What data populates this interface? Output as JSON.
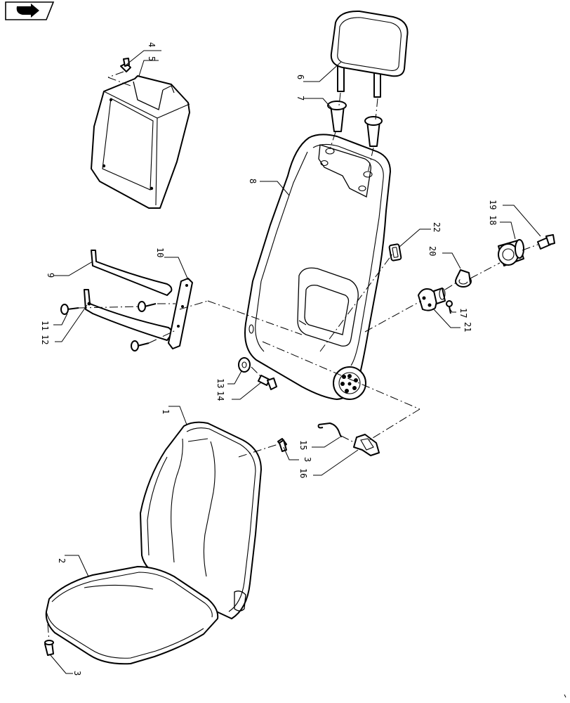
{
  "nav": {
    "icon": "arrow-right-icon"
  },
  "callouts": [
    {
      "id": "c1",
      "text": "1"
    },
    {
      "id": "c2",
      "text": "2"
    },
    {
      "id": "c3a",
      "text": "3"
    },
    {
      "id": "c3b",
      "text": "3"
    },
    {
      "id": "c4",
      "text": "4"
    },
    {
      "id": "c5",
      "text": "5"
    },
    {
      "id": "c6",
      "text": "6"
    },
    {
      "id": "c7",
      "text": "7"
    },
    {
      "id": "c8",
      "text": "8"
    },
    {
      "id": "c9",
      "text": "9"
    },
    {
      "id": "c10",
      "text": "10"
    },
    {
      "id": "c11",
      "text": "11"
    },
    {
      "id": "c12",
      "text": "12"
    },
    {
      "id": "c13",
      "text": "13"
    },
    {
      "id": "c14",
      "text": "14"
    },
    {
      "id": "c15",
      "text": "15"
    },
    {
      "id": "c16",
      "text": "16"
    },
    {
      "id": "c17",
      "text": "17"
    },
    {
      "id": "c18",
      "text": "18"
    },
    {
      "id": "c19",
      "text": "19"
    },
    {
      "id": "c20",
      "text": "20"
    },
    {
      "id": "c21",
      "text": "21"
    },
    {
      "id": "c22",
      "text": "22"
    }
  ]
}
